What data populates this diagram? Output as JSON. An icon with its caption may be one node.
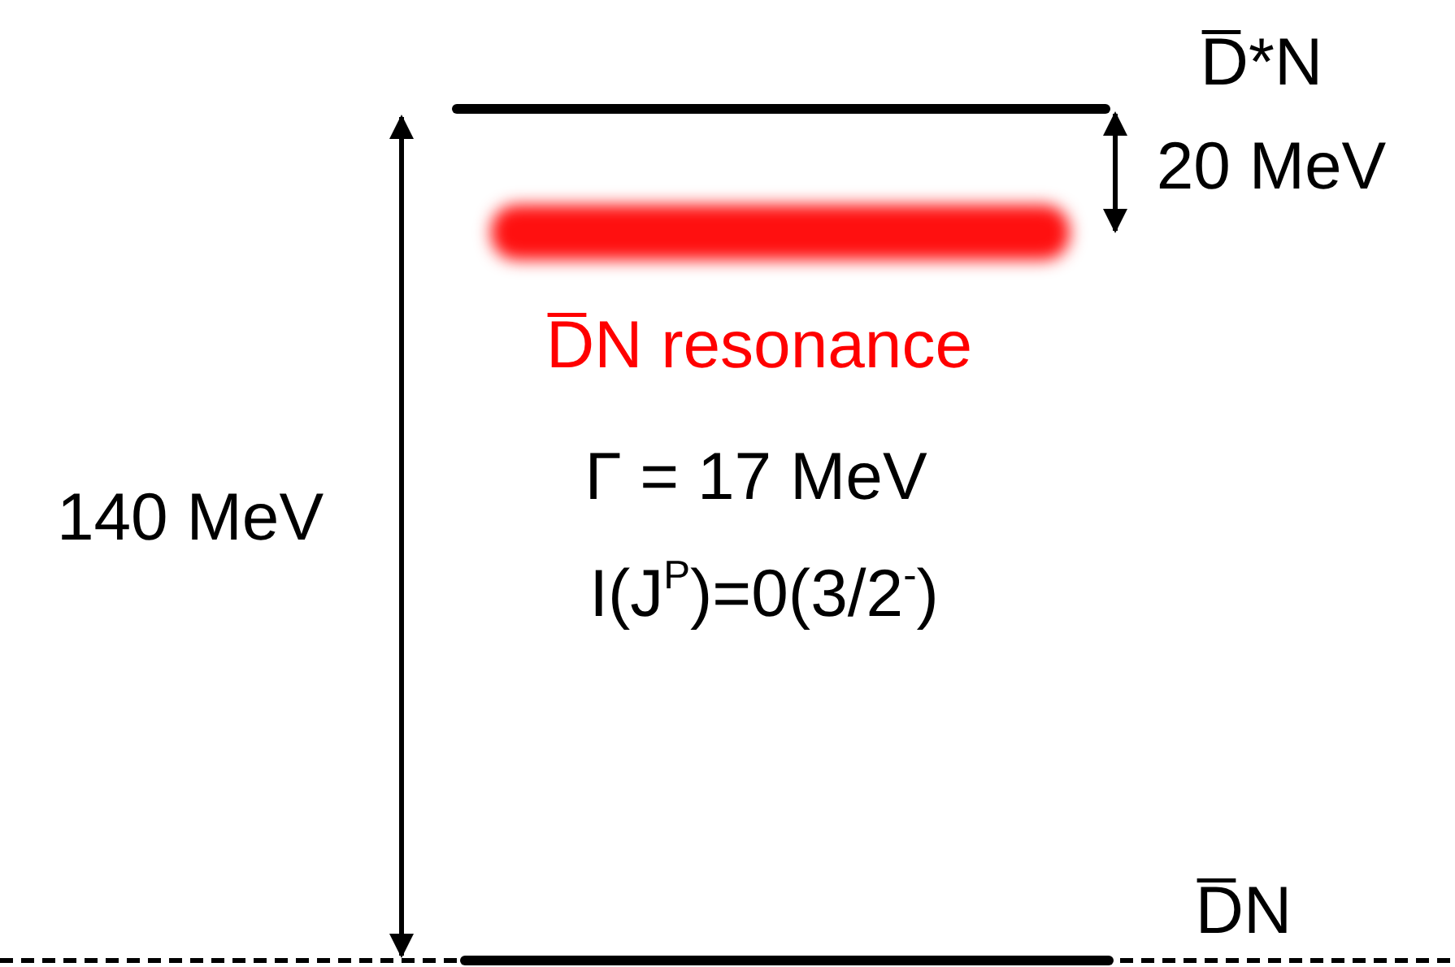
{
  "diagram": {
    "nodes": [
      {
        "text": [],
        "shape": "bar",
        "beside": [
          "D̅*N"
        ]
      },
      {
        "text": [],
        "shape": "bar",
        "beside": [
          "D̅N resonance",
          "Γ = 17 MeV",
          "I(J$^{P}$)=0(3/2$^{-}$)"
        ]
      },
      {
        "text": [],
        "shape": "bar",
        "beside": [
          "D̅N"
        ]
      }
    ],
    "edges": [],
    "labels": [
      "20 MeV",
      "140 MeV"
    ]
  }
}
